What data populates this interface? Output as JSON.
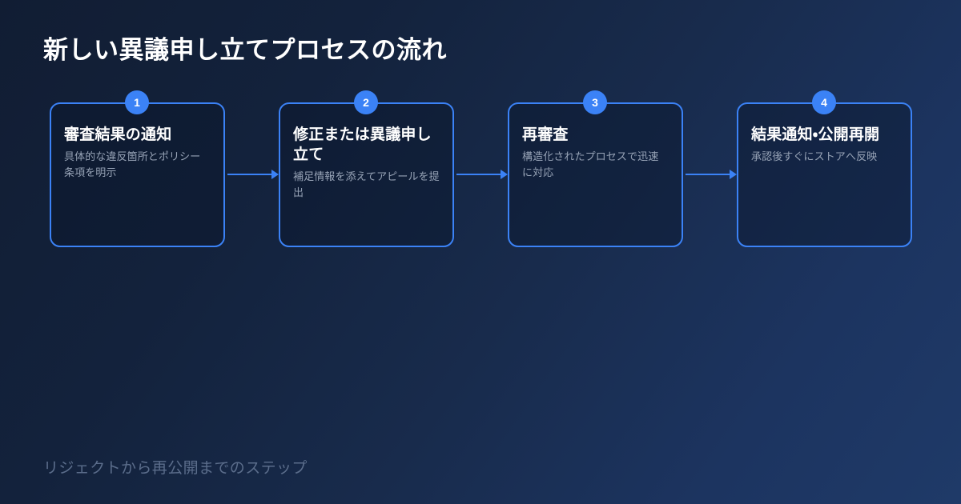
{
  "header": {
    "title": "新しい異議申し立てプロセスの流れ"
  },
  "footer": {
    "note": "リジェクトから再公開までのステップ"
  },
  "theme": {
    "accent": "#3b82f6",
    "background_start": "#111d33",
    "background_end": "#1f3a68",
    "title_color": "#ffffff",
    "description_color": "#97a3b6",
    "footer_color": "#5b6d8b",
    "card_border": "#3b82f6"
  },
  "flow": {
    "connector_icon": "arrow-right-icon",
    "steps": [
      {
        "number": "1",
        "title": "審査結果の通知",
        "description": "具体的な違反箇所とポリシー条項を明示"
      },
      {
        "number": "2",
        "title": "修正または異議申し立て",
        "description": "補足情報を添えてアピールを提出"
      },
      {
        "number": "3",
        "title": "再審査",
        "description": "構造化されたプロセスで迅速に対応"
      },
      {
        "number": "4",
        "title": "結果通知・公開再開",
        "description": "承認後すぐにストアへ反映"
      }
    ]
  }
}
